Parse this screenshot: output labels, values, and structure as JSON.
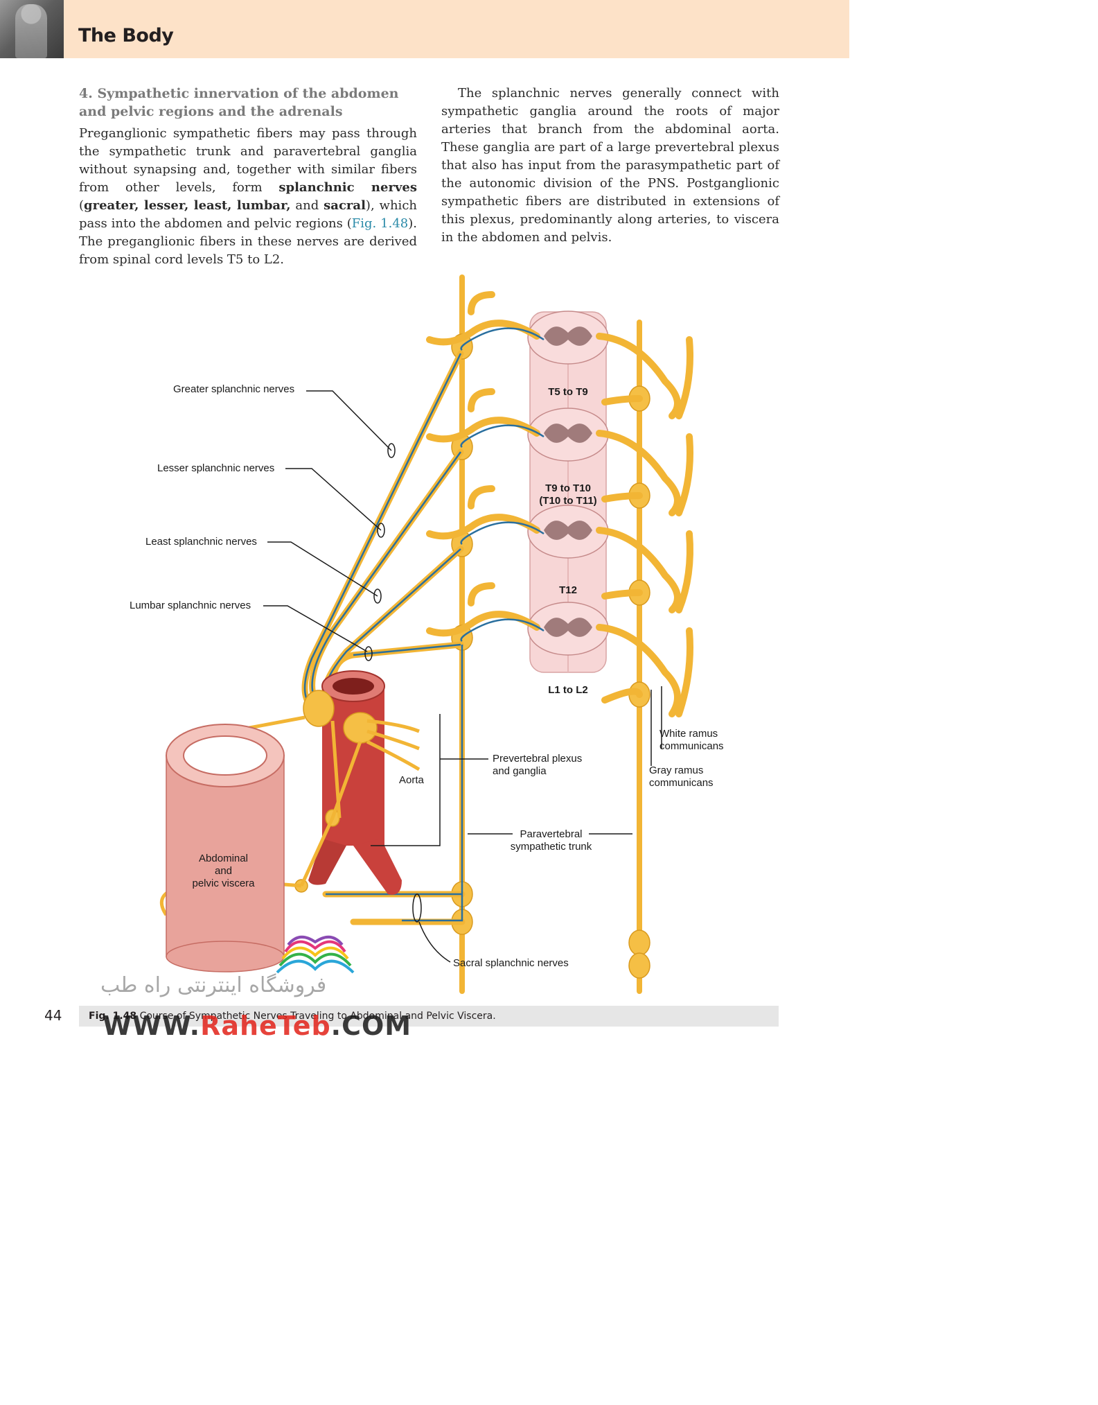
{
  "header": {
    "section_title": "The Body"
  },
  "left_column": {
    "subheading": "4.  Sympathetic innervation of the abdomen and pelvic regions and the adrenals",
    "p1_a": "Preganglionic sympathetic fibers may pass through the sympathetic trunk and paravertebral ganglia without synapsing and, together with similar fibers from other levels, form ",
    "p1_b": "splanchnic nerves",
    "p1_c": " (",
    "p1_d": "greater, lesser, least, lumbar,",
    "p1_e": " and ",
    "p1_f": "sacral",
    "p1_g": "), which pass into the abdomen and pelvic regions (",
    "p1_ref": "Fig. 1.48",
    "p1_h": "). The preganglionic fibers in these nerves are derived from spinal cord levels T5 to L2."
  },
  "right_column": {
    "p1": "The splanchnic nerves generally connect with sympathetic ganglia around the roots of major arteries that branch from the abdominal aorta. These ganglia are part of a large prevertebral plexus that also has input from the parasympathetic part of the autonomic division of the PNS. Postganglionic sympathetic fibers are distributed in extensions of this plexus, predominantly along arteries, to viscera in the abdomen and pelvis."
  },
  "figure": {
    "labels": {
      "greater": "Greater splanchnic nerves",
      "lesser": "Lesser splanchnic nerves",
      "least": "Least splanchnic nerves",
      "lumbar": "Lumbar splanchnic nerves",
      "sacral": "Sacral splanchnic nerves",
      "aorta": "Aorta",
      "viscera": "Abdominal\nand\npelvic viscera",
      "prevertebral": "Prevertebral plexus\nand ganglia",
      "paravertebral": "Paravertebral\nsympathetic trunk",
      "white_ramus": "White ramus\ncommunicans",
      "gray_ramus": "Gray ramus\ncommunicans",
      "seg1": "T5 to T9",
      "seg2a": "T9 to T10",
      "seg2b": "(T10 to T11)",
      "seg3": "T12",
      "seg4": "L1 to L2"
    },
    "colors": {
      "nerve": "#f2b535",
      "fiber": "#2a6f9e",
      "cord": "#f7d6d6",
      "gray_matter": "#a07b7b",
      "aorta": "#c9413c",
      "viscera": "#e8a39b"
    }
  },
  "caption": {
    "prefix": "Fig. 1.48",
    "text": " Course of Sympathetic Nerves Traveling to Abdominal and Pelvic Viscera."
  },
  "page_number": "44",
  "watermark": {
    "arabic": "فروشگاه اینترنتی راه طب",
    "url_a": "WWW.",
    "url_b": "RaheTeb",
    "url_c": ".COM"
  }
}
